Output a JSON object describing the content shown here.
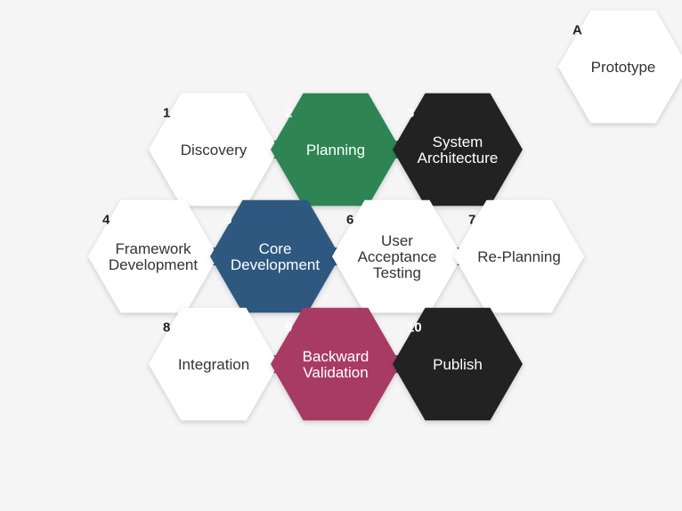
{
  "colors": {
    "background": "#f5f5f5",
    "white": "#ffffff",
    "green": "#2f8552",
    "black": "#222222",
    "blue": "#2f5880",
    "magenta": "#a83a63",
    "dark_text": "#333333",
    "light_text": "#ffffff"
  },
  "hexagons": [
    {
      "id": "A",
      "number": "A",
      "lines": [
        "Prototype"
      ],
      "fill": "white"
    },
    {
      "id": "1",
      "number": "1",
      "lines": [
        "Discovery"
      ],
      "fill": "white"
    },
    {
      "id": "2",
      "number": "2",
      "lines": [
        "Planning"
      ],
      "fill": "green"
    },
    {
      "id": "3",
      "number": "3",
      "lines": [
        "System",
        "Architecture"
      ],
      "fill": "black"
    },
    {
      "id": "4",
      "number": "4",
      "lines": [
        "Framework",
        "Development"
      ],
      "fill": "white"
    },
    {
      "id": "5",
      "number": "5",
      "lines": [
        "Core",
        "Development"
      ],
      "fill": "blue"
    },
    {
      "id": "6",
      "number": "6",
      "lines": [
        "User",
        "Acceptance",
        "Testing"
      ],
      "fill": "white"
    },
    {
      "id": "7",
      "number": "7",
      "lines": [
        "Re-Planning"
      ],
      "fill": "white"
    },
    {
      "id": "8",
      "number": "8",
      "lines": [
        "Integration"
      ],
      "fill": "white"
    },
    {
      "id": "9",
      "number": "9",
      "lines": [
        "Backward",
        "Validation"
      ],
      "fill": "magenta"
    },
    {
      "id": "10",
      "number": "10",
      "lines": [
        "Publish"
      ],
      "fill": "black"
    }
  ],
  "connectors": [
    {
      "from": "1",
      "to": "2",
      "color": "green"
    },
    {
      "from": "2",
      "to": "3",
      "color": "green"
    },
    {
      "from": "4",
      "to": "5",
      "color": "blue"
    },
    {
      "from": "5",
      "to": "6",
      "color": "blue"
    },
    {
      "from": "6",
      "to": "7",
      "color": "blue"
    },
    {
      "from": "8",
      "to": "9",
      "color": "magenta"
    },
    {
      "from": "9",
      "to": "10",
      "color": "magenta"
    }
  ]
}
